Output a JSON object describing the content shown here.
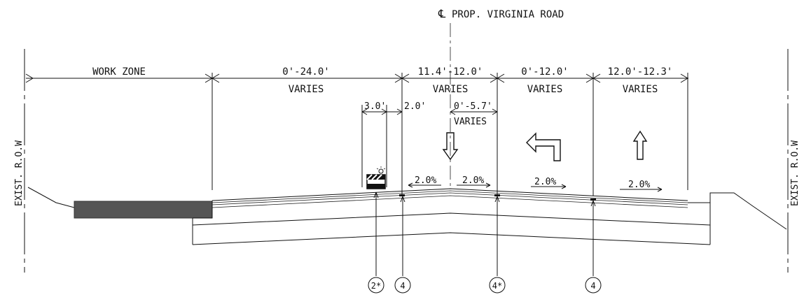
{
  "centerline": {
    "symbol": "℄",
    "label": "PROP. VIRGINIA ROAD"
  },
  "row_labels": {
    "left": "EXIST. R.O.W",
    "right": "EXIST. R.O.W"
  },
  "spans": {
    "work_zone": "WORK ZONE",
    "s1": {
      "dim": "0'-24.0'",
      "note": "VARIES"
    },
    "s2": {
      "dim": "11.4'-12.0'",
      "note": "VARIES"
    },
    "s3": {
      "dim": "0'-12.0'",
      "note": "VARIES"
    },
    "s4": {
      "dim": "12.0'-12.3'",
      "note": "VARIES"
    }
  },
  "sub_dims": {
    "barrier": "3.0'",
    "offset": "2.0'",
    "median": {
      "dim": "0'-5.7'",
      "note": "VARIES"
    }
  },
  "slopes": [
    "2.0%",
    "2.0%",
    "2.0%",
    "2.0%"
  ],
  "callouts": [
    "2*",
    "4",
    "4*",
    "4"
  ],
  "icons": [
    "down-arrow",
    "left-turn-arrow",
    "up-arrow",
    "barricade"
  ]
}
